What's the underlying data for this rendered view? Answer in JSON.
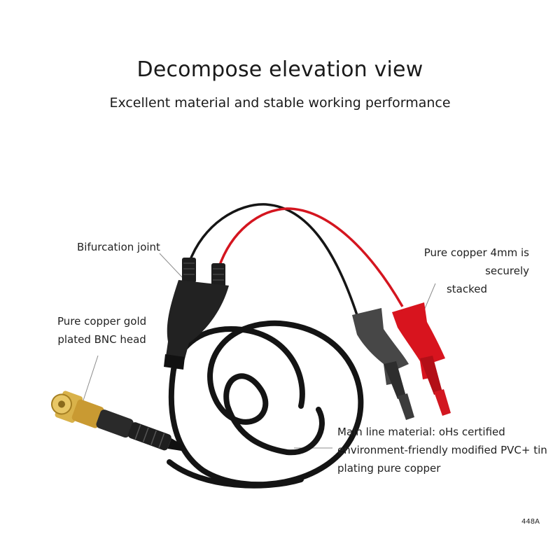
{
  "header": {
    "title": "Decompose elevation view",
    "subtitle": "Excellent material and stable working performance"
  },
  "callouts": {
    "bifurcation": "Bifurcation joint",
    "bnc_line1": "Pure copper gold",
    "bnc_line2": "plated BNC head",
    "plug_line1": "Pure copper 4mm is securely",
    "plug_line2": "stacked",
    "cable_line1": "Main line material: oHs certified",
    "cable_line2": "environment-friendly modified PVC+ tin",
    "cable_line3": "plating pure copper"
  },
  "model_code": "448A",
  "colors": {
    "cable": "#141414",
    "red_lead": "#d4151f",
    "black_plug": "#4a4a4a",
    "red_plug": "#d8141e",
    "bnc_gold": "#d9b24a"
  }
}
